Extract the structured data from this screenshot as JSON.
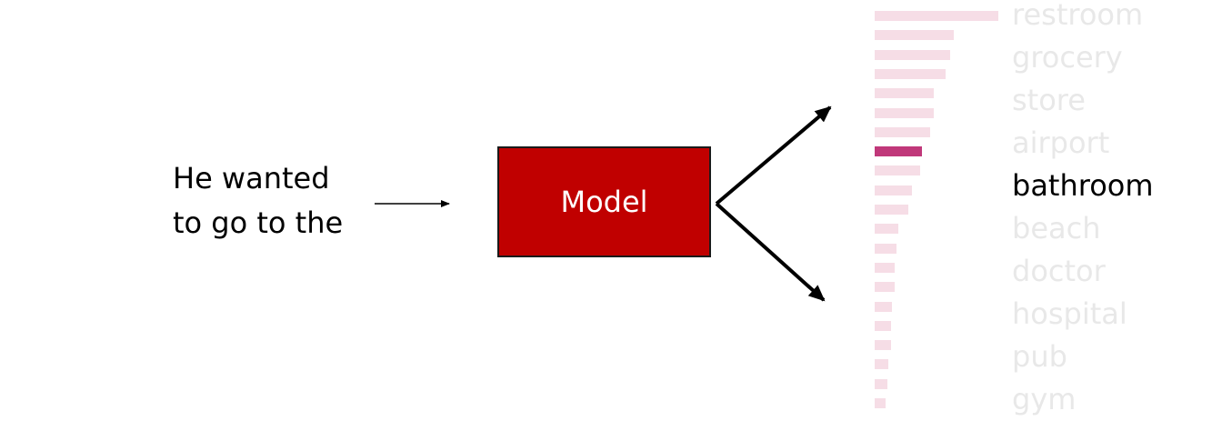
{
  "input": {
    "line1": "He wanted",
    "line2": "to go to the"
  },
  "model": {
    "label": "Model"
  },
  "colors": {
    "model_fill": "#c00000",
    "highlight_bar": "#c0387a",
    "faded_bar": "#f6dde6",
    "highlight_text": "#000000",
    "faded_text": "#e8e8e8"
  },
  "distribution": {
    "words": [
      {
        "text": "restroom",
        "highlight": false
      },
      {
        "text": "grocery",
        "highlight": false
      },
      {
        "text": "store",
        "highlight": false
      },
      {
        "text": "airport",
        "highlight": false
      },
      {
        "text": "bathroom",
        "highlight": true
      },
      {
        "text": "beach",
        "highlight": false
      },
      {
        "text": "doctor",
        "highlight": false
      },
      {
        "text": "hospital",
        "highlight": false
      },
      {
        "text": "pub",
        "highlight": false
      },
      {
        "text": "gym",
        "highlight": false
      }
    ],
    "bar_values": [
      1.0,
      0.64,
      0.61,
      0.57,
      0.48,
      0.48,
      0.45,
      0.38,
      0.37,
      0.3,
      0.27,
      0.19,
      0.18,
      0.16,
      0.16,
      0.14,
      0.13,
      0.13,
      0.11,
      0.1,
      0.09
    ],
    "highlight_bar_index": 7
  }
}
